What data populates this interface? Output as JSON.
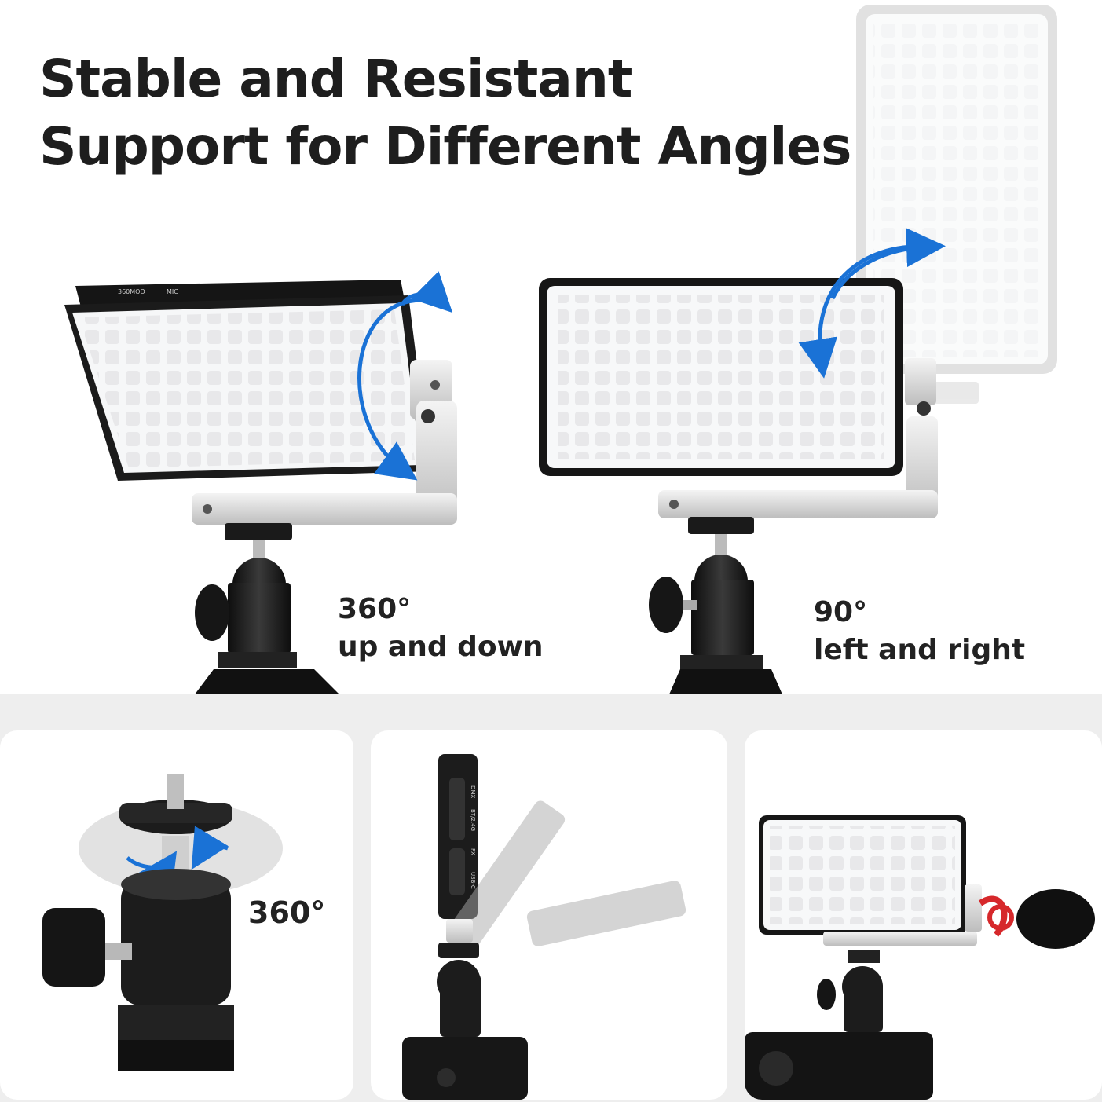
{
  "headline": {
    "line1": "Stable and Resistant",
    "line2": "Support for Different Angles"
  },
  "captions": {
    "left": {
      "angle": "360°",
      "text": "up and down"
    },
    "right": {
      "angle": "90°",
      "text": "left and right"
    }
  },
  "panels": {
    "ball_head": {
      "label": "360°"
    }
  },
  "accent_color": "#1a72d6",
  "device_labels": {
    "ports": [
      "DMX",
      "BT/2.4G",
      "FX",
      "USB-C"
    ],
    "top_left": "360MOD",
    "top_right": "MIC"
  }
}
